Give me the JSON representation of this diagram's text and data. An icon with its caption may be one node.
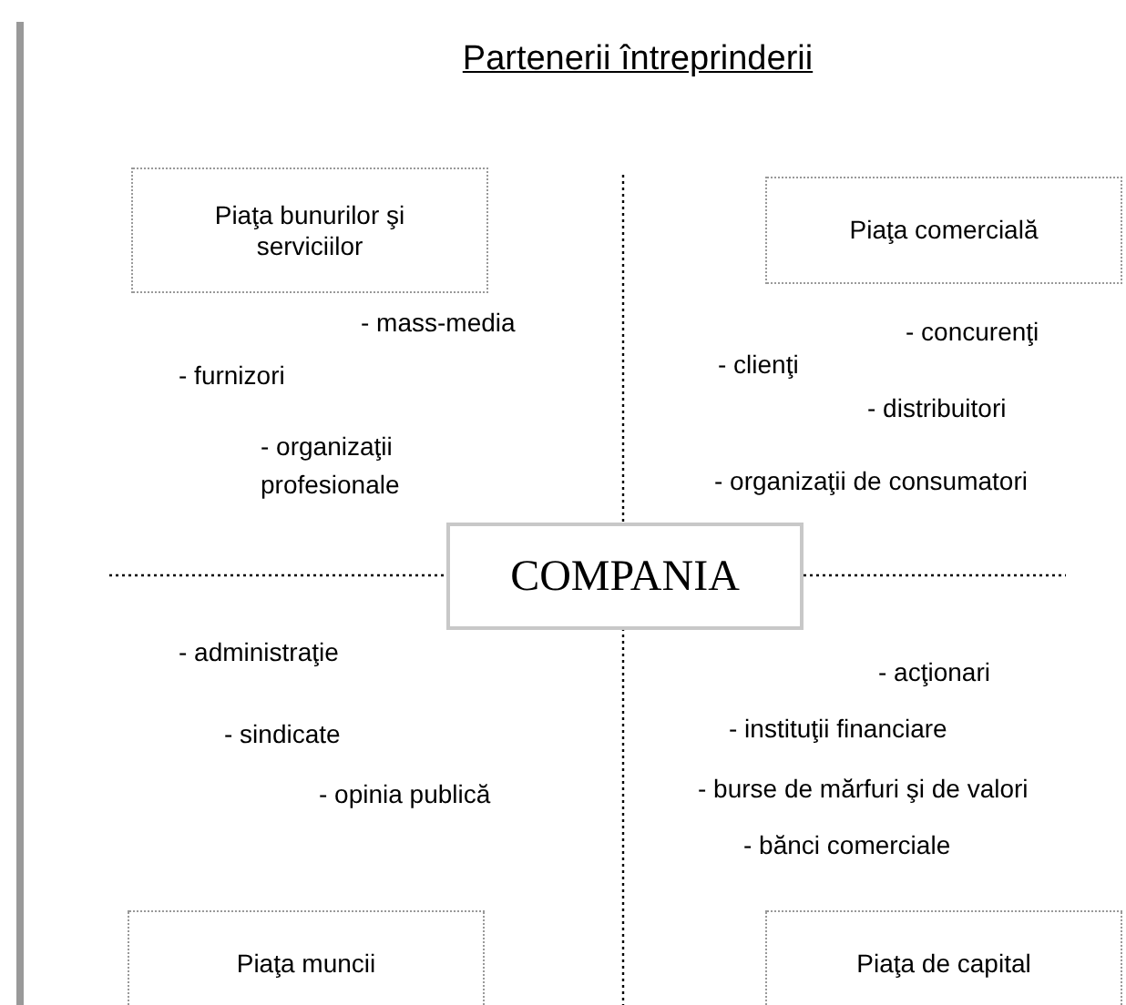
{
  "diagram": {
    "title": "Partenerii întreprinderii",
    "nodes": [
      {
        "text": [
          "Piaţa bunurilor şi serviciilor"
        ]
      },
      {
        "text": [
          "Piaţa comercială"
        ]
      },
      {
        "text": [
          "COMPANIA"
        ]
      },
      {
        "text": [
          "Piaţa muncii"
        ]
      },
      {
        "text": [
          "Piaţa de capital"
        ]
      }
    ],
    "edges": [],
    "labels": [
      "- mass-media",
      "- concurenţi",
      "- clienţi",
      "- furnizori",
      "- distribuitori",
      "- organizaţii profesionale",
      "- organizaţii de consumatori",
      "- administraţie",
      "- acţionari",
      "- instituţii financiare",
      "- sindicate",
      "- burse de mărfuri şi de valori",
      "- opinia publică",
      "- bănci comerciale"
    ]
  }
}
